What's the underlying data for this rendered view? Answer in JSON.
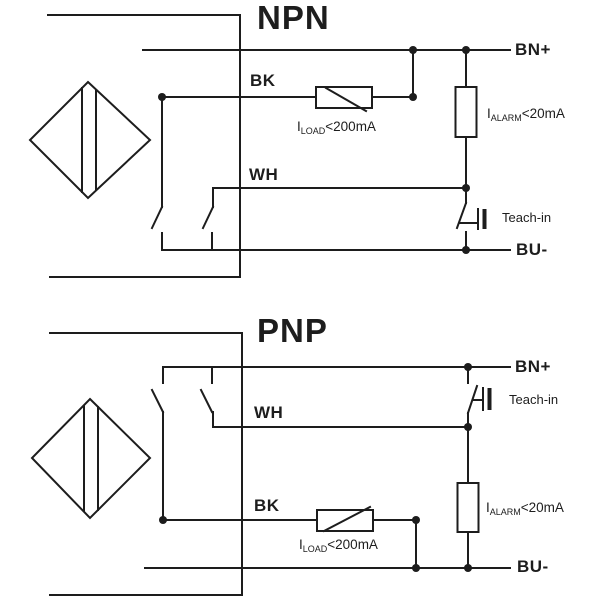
{
  "diagram": {
    "background": "#ffffff",
    "line_color": "#1d1d1d"
  },
  "npn": {
    "title": "NPN",
    "wire_labels": {
      "brown_plus": "BN+",
      "black": "BK",
      "white": "WH",
      "blue_minus": "BU-"
    },
    "teach_in_label": "Teach-in",
    "load_current": {
      "symbol": "I",
      "subscript": "LOAD",
      "value": "<200mA"
    },
    "alarm_current": {
      "symbol": "I",
      "subscript": "ALARM",
      "value": "<20mA"
    }
  },
  "pnp": {
    "title": "PNP",
    "wire_labels": {
      "brown_plus": "BN+",
      "black": "BK",
      "white": "WH",
      "blue_minus": "BU-"
    },
    "teach_in_label": "Teach-in",
    "load_current": {
      "symbol": "I",
      "subscript": "LOAD",
      "value": "<200mA"
    },
    "alarm_current": {
      "symbol": "I",
      "subscript": "ALARM",
      "value": "<20mA"
    }
  }
}
